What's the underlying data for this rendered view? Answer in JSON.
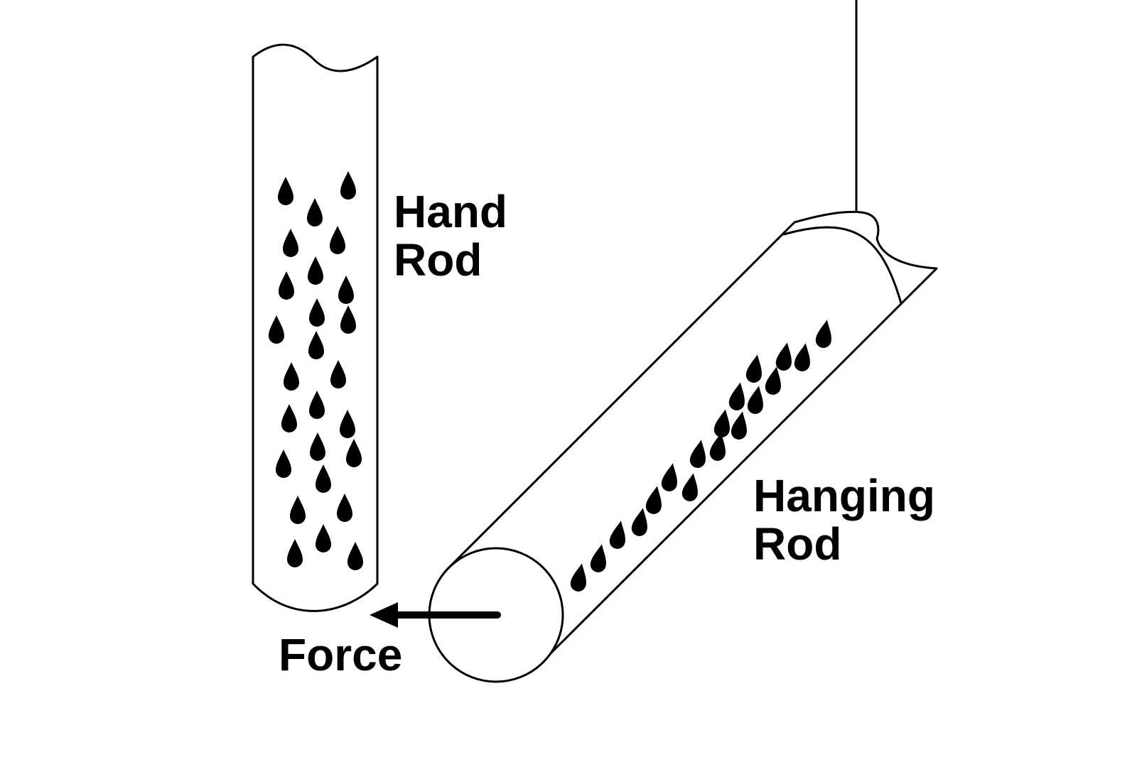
{
  "labels": {
    "hand_rod": [
      "Hand",
      "Rod"
    ],
    "hanging_rod": [
      "Hanging",
      "Rod"
    ],
    "force": "Force"
  },
  "colors": {
    "stroke": "#000000",
    "fill": "#ffffff",
    "drops": "#000000"
  }
}
